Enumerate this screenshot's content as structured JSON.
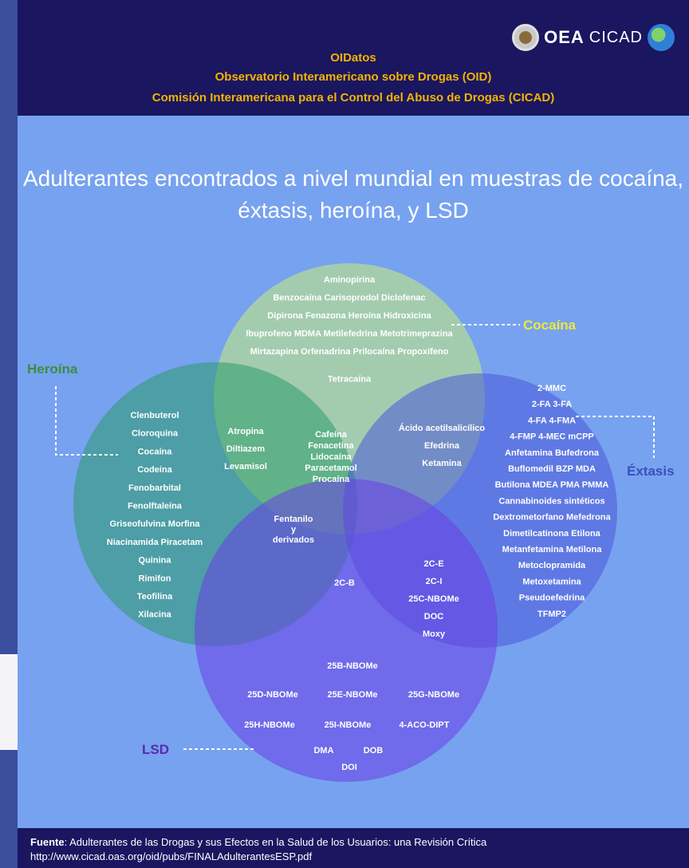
{
  "header": {
    "logo_oea": "OEA",
    "logo_cicad": "CICAD",
    "oidatos": "OIDatos",
    "observatorio": "Observatorio Interamericano sobre Drogas (OID)",
    "comision": "Comisión Interamericana para el Control del Abuso de Drogas (CICAD)"
  },
  "title_line1": "Adulterantes encontrados a nivel mundial en muestras de cocaína,",
  "title_line2": "éxtasis, heroína, y LSD",
  "colors": {
    "cocaina": "#f0e83a",
    "heroina": "#3a8f3a",
    "extasis": "#3a4fc0",
    "lsd": "#5a2ab0",
    "header_bg": "#1a1660",
    "header_text": "#f2b300"
  },
  "sets": {
    "cocaina": "Cocaína",
    "heroina": "Heroína",
    "extasis": "Éxtasis",
    "lsd": "LSD"
  },
  "regions": {
    "cocaina_only": [
      "Aminopirina",
      "Benzocaína  Carisoprodol  Diclofenac",
      "Dipirona  Fenazona  Heroína  Hidroxicina",
      "Ibuprofeno  MDMA  Metilefedrina  Metotrimeprazina",
      "Mirtazapina  Orfenadrina  Prilocaína  Propoxifeno",
      "Tetracaína"
    ],
    "heroina_only": [
      "Clenbuterol",
      "Cloroquina",
      "Cocaína",
      "Codeína",
      "Fenobarbital",
      "Fenolftaleína",
      "Griseofulvina  Morfina",
      "Niacinamida  Piracetam",
      "Quinina",
      "Rimifon",
      "Teofilina",
      "Xilacina"
    ],
    "cocaina_heroina": [
      "Atropina",
      "Diltiazem",
      "Levamisol"
    ],
    "cocaina_heroina_extasis": [
      "Cafeína",
      "Fenacetina",
      "Lidocaína",
      "Paracetamol",
      "Procaína"
    ],
    "cocaina_extasis": [
      "Ácido acetilsalicílico",
      "Efedrina",
      "Ketamina"
    ],
    "extasis_only": [
      "2-MMC",
      "2-FA  3-FA",
      "4-FA  4-FMA",
      "4-FMP  4-MEC  mCPP",
      "Anfetamina  Bufedrona",
      "Buflomedil  BZP  MDA",
      "Butilona  MDEA  PMA  PMMA",
      "Cannabinoides sintéticos",
      "Dextrometorfano  Mefedrona",
      "Dimetilcatinona  Etilona",
      "Metanfetamina   Metilona",
      "Metoclopramida",
      "Metoxetamina",
      "Pseudoefedrina",
      "TFMP2"
    ],
    "cocaina_heroina_lsd": [
      "Fentanilo",
      "y",
      "derivados"
    ],
    "heroina_extasis_lsd": [
      "2C-B"
    ],
    "extasis_lsd": [
      "2C-E",
      "2C-I",
      "25C-NBOMe",
      "DOC",
      "Moxy"
    ],
    "lsd_only": [
      "25B-NBOMe",
      "25D-NBOMe",
      "25E-NBOMe",
      "25G-NBOMe",
      "25H-NBOMe",
      "25I-NBOMe",
      "4-ACO-DIPT",
      "DMA",
      "DOB",
      "DOI"
    ]
  },
  "footer": {
    "source_label": "Fuente",
    "source_text": ": Adulterantes de las Drogas y sus Efectos en la Salud de los Usuarios: una Revisión Crítica",
    "url": "http://www.cicad.oas.org/oid/pubs/FINALAdulterantesESP.pdf"
  }
}
